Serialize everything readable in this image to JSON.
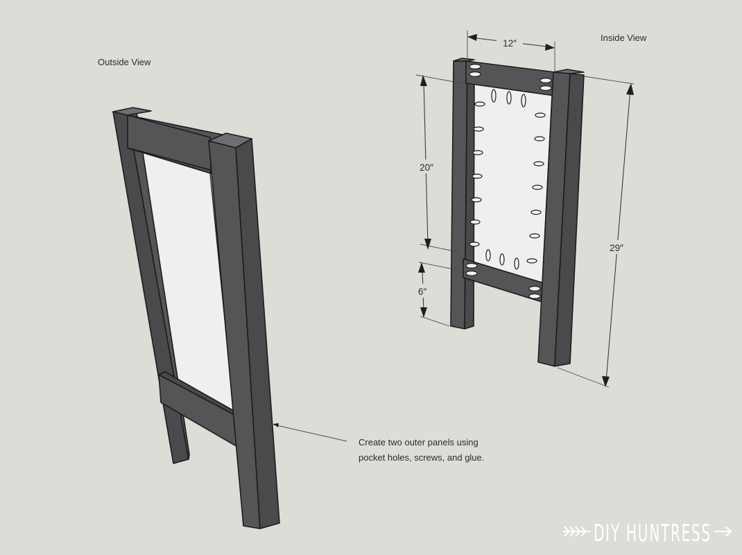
{
  "labels": {
    "outside_view": "Outside View",
    "inside_view": "Inside View",
    "callout_line1": "Create two outer panels using",
    "callout_line2": "pocket holes, screws, and glue."
  },
  "dimensions": {
    "width": "12″",
    "panel_height": "20″",
    "lower_gap": "6″",
    "total_height": "29″"
  },
  "watermark": "DIY HUNTRESS",
  "colors": {
    "background": "#dddcd7",
    "wood": "#555457",
    "panel": "#efefef"
  }
}
